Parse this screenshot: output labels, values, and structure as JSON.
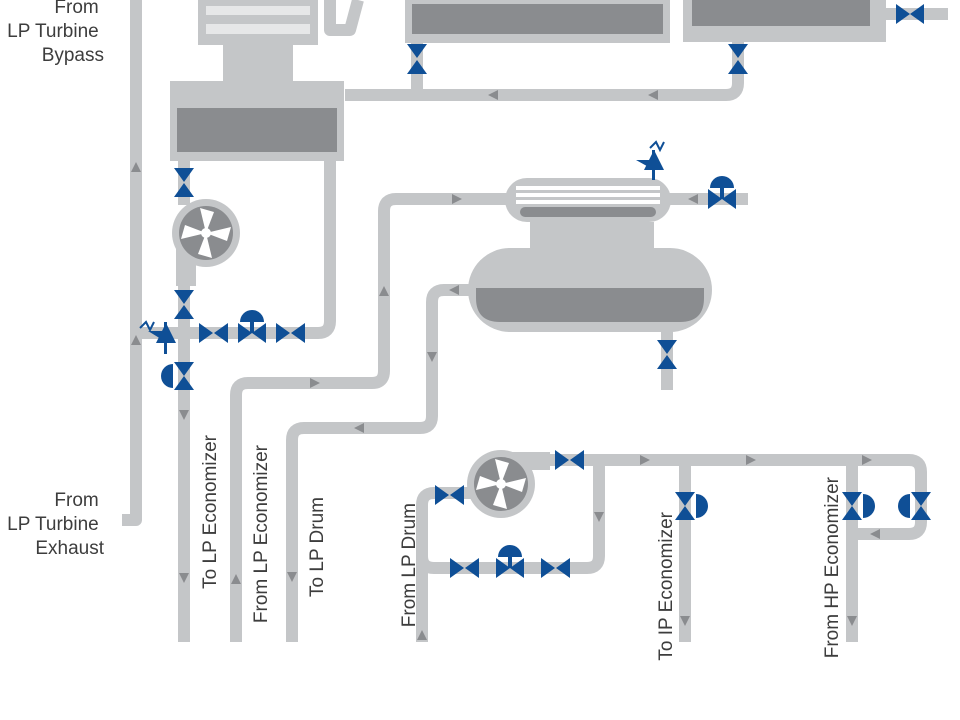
{
  "labels": {
    "from_lp_turbine_bypass": [
      "From",
      "LP Turbine",
      "Bypass"
    ],
    "from_lp_turbine_exhaust": [
      "From",
      "LP Turbine",
      "Exhaust"
    ],
    "to_lp_economizer": "To LP Economizer",
    "from_lp_economizer": "From LP Economizer",
    "to_lp_drum": "To LP Drum",
    "from_lp_drum": "From LP Drum",
    "to_ip_economizer": "To IP Economizer",
    "from_hp_economizer": "From HP Economizer"
  },
  "colors": {
    "pipe": "#c4c6c8",
    "vessel_inner": "#8a8c8f",
    "valve": "#0f4f96",
    "text": "#3d3d3d",
    "background": "#ffffff"
  }
}
